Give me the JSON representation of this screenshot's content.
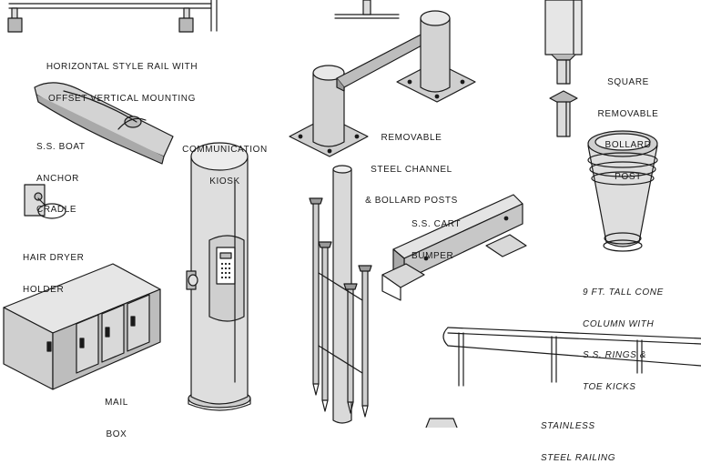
{
  "labels": {
    "horizontal_rail": [
      "HORIZONTAL STYLE RAIL WITH",
      "OFFSET VERTICAL MOUNTING"
    ],
    "boat_anchor": [
      "S.S. BOAT",
      "ANCHOR",
      "CRADLE"
    ],
    "communication_kiosk": [
      "COMMUNICATION",
      "KIOSK"
    ],
    "removable_channel": [
      "REMOVABLE",
      "STEEL CHANNEL",
      "& BOLLARD POSTS"
    ],
    "square_bollard": [
      "SQUARE",
      "REMOVABLE",
      "BOLLARD",
      "POST"
    ],
    "hair_dryer": [
      "HAIR DRYER",
      "HOLDER"
    ],
    "cart_bumper": [
      "S.S. CART",
      "BUMPER"
    ],
    "cone_column": [
      "9 FT. TALL CONE",
      "COLUMN WITH",
      "S.S. RINGS &",
      "TOE KICKS"
    ],
    "mail_box": [
      "MAIL",
      "BOX"
    ],
    "stainless_railing": [
      "STAINLESS",
      "STEEL RAILING"
    ]
  },
  "colors": {
    "line": "#1a1a1a",
    "fill_light": "#dcdcdc",
    "fill_mid": "#b9b9b9",
    "fill_dark": "#8f8f8f"
  }
}
